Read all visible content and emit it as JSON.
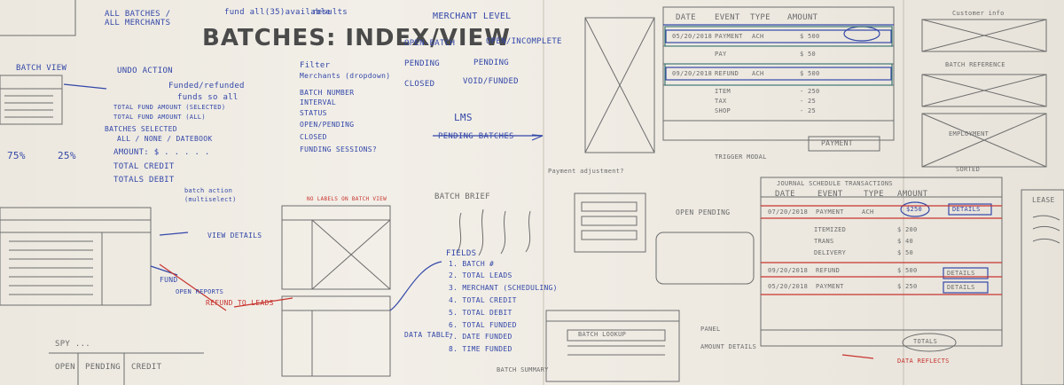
{
  "title": "BATCHES: INDEX/VIEW",
  "top_left": {
    "all_batches": "ALL BATCHES /",
    "all_merchants": "ALL MERCHANTS",
    "fund_all": "fund all(35)available",
    "results": "results",
    "batch_view": "BATCH VIEW",
    "undo_action": "UNDO ACTION",
    "funded_refunded": "Funded/refunded",
    "funds_so_all": "funds so all",
    "total_fund_amount_selected": "TOTAL FUND AMOUNT (SELECTED)",
    "total_fund_amount_all": "TOTAL FUND AMOUNT (ALL)",
    "batches_selected": "BATCHES SELECTED",
    "all_none_datebook": "ALL / NONE / DATEBOOK",
    "pct_75": "75%",
    "pct_25": "25%",
    "amount": "AMOUNT: $ . . . . .",
    "total_credit": "TOTAL CREDIT",
    "totals_debit": "TOTALS DEBIT"
  },
  "merchant_level": {
    "heading": "MERCHANT LEVEL",
    "rows": [
      {
        "left": "OPEN-BATCH",
        "right": "OPEN/INCOMPLETE"
      },
      {
        "left": "PENDING",
        "right": "PENDING"
      },
      {
        "left": "CLOSED",
        "right": "VOID/FUNDED"
      }
    ],
    "lms": "LMS",
    "pending_batches": "PENDING BATCHES"
  },
  "filter": {
    "heading": "Filter",
    "merchants": "Merchants (dropdown)",
    "batch_number": "BATCH NUMBER",
    "interval": "INTERVAL",
    "status": "STATUS",
    "open_pending": "OPEN/PENDING",
    "closed": "CLOSED",
    "funding_sessions": "FUNDING SESSIONS?"
  },
  "notes": {
    "batch_action": "batch action",
    "multi_select": "(multiselect)",
    "view_details": "VIEW DETAILS",
    "fund": "FUND",
    "open_reports": "OPEN REPORTS",
    "refund_to_leads": "REFUND TO LEADS",
    "no_labels": "NO LABELS ON BATCH VIEW",
    "data_table": "DATA TABLE",
    "spy_note": "SPY ...",
    "open": "OPEN",
    "pending": "PENDING",
    "credit": "CREDIT"
  },
  "batch_brief": "BATCH BRIEF",
  "fields": {
    "heading": "FIELDS",
    "items": [
      "1. BATCH #",
      "2. TOTAL LEADS",
      "3. MERCHANT (SCHEDULING)",
      "4. TOTAL CREDIT",
      "5. TOTAL DEBIT",
      "6. TOTAL FUNDED",
      "7. DATE FUNDED",
      "8. TIME FUNDED"
    ]
  },
  "payment_note": "Payment adjustment?",
  "open_pending": "OPEN PENDING",
  "bottom_center": {
    "batch_lookup": "BATCH LOOKUP",
    "amount_details": "AMOUNT DETAILS",
    "panel": "PANEL",
    "batch_summary": "BATCH SUMMARY"
  },
  "top_right_table": {
    "headers": [
      "DATE",
      "EVENT",
      "TYPE",
      "AMOUNT"
    ],
    "rows": [
      {
        "date": "05/20/2018",
        "event": "PAYMENT",
        "type": "ACH",
        "amount": "$ 500"
      },
      {
        "date": "",
        "event": "PAY",
        "type": "",
        "amount": "$ 50"
      },
      {
        "date": "09/20/2018",
        "event": "REFUND",
        "type": "ACH",
        "amount": "$ 500"
      },
      {
        "date": "",
        "event": "ITEM",
        "type": "",
        "amount": "- 250"
      },
      {
        "date": "",
        "event": "TAX",
        "type": "",
        "amount": "- 25"
      },
      {
        "date": "",
        "event": "SHOP",
        "type": "",
        "amount": "- 25"
      }
    ],
    "payment_button": "PAYMENT",
    "trigger_modal": "TRIGGER MODAL"
  },
  "right_column": {
    "customer_info": "Customer info",
    "batch_reference": "BATCH REFERENCE",
    "employment": "EMPLOYMENT",
    "sorted": "SORTED"
  },
  "journal": {
    "tabs": "JOURNAL  SCHEDULE  TRANSACTIONS",
    "headers": [
      "DATE",
      "EVENT",
      "TYPE",
      "AMOUNT"
    ],
    "rows": [
      {
        "date": "07/20/2018",
        "event": "PAYMENT",
        "type": "ACH",
        "amount": "$250",
        "action": "DETAILS"
      },
      {
        "date": "",
        "event": "ITEMIZED",
        "type": "",
        "amount": "$ 200",
        "action": ""
      },
      {
        "date": "",
        "event": "TRANS",
        "type": "",
        "amount": "$ 40",
        "action": ""
      },
      {
        "date": "",
        "event": "DELIVERY",
        "type": "",
        "amount": "$ 50",
        "action": ""
      },
      {
        "date": "09/20/2018",
        "event": "REFUND",
        "type": "",
        "amount": "$ 500",
        "action": "DETAILS"
      },
      {
        "date": "05/20/2018",
        "event": "PAYMENT",
        "type": "",
        "amount": "$ 250",
        "action": "DETAILS"
      }
    ],
    "totals": "TOTALS",
    "data_reflects": "DATA REFLECTS",
    "lease": "LEASE"
  }
}
